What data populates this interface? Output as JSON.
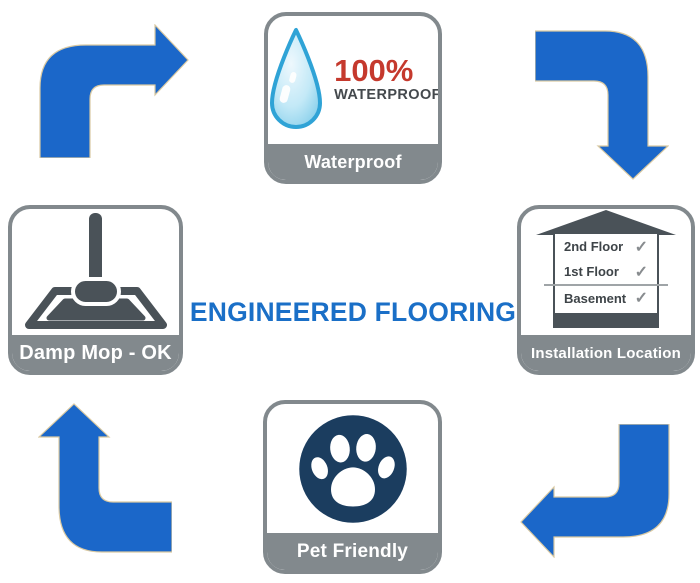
{
  "title": "ENGINEERED FLOORING",
  "colors": {
    "arrow": "#1b67c9",
    "arrow-outline": "#d9c9a2",
    "gray": "#82898d",
    "dark": "#4a5258",
    "navy": "#1b3d5f",
    "red": "#c5392d",
    "title-blue": "#1a6fc7",
    "drop-blue": "#2fa3d6",
    "house-text": "#3e4448",
    "check-gray": "#888c8f"
  },
  "cards": {
    "waterproof": {
      "label": "Waterproof",
      "percent": "100%",
      "caption": "WATERPROOF"
    },
    "installation": {
      "label": "Installation Location",
      "floors": [
        {
          "name": "2nd Floor",
          "check": "✓"
        },
        {
          "name": "1st Floor",
          "check": "✓"
        },
        {
          "name": "Basement",
          "check": "✓"
        }
      ]
    },
    "damp_mop": {
      "label": "Damp Mop - OK"
    },
    "pet": {
      "label": "Pet Friendly"
    }
  }
}
